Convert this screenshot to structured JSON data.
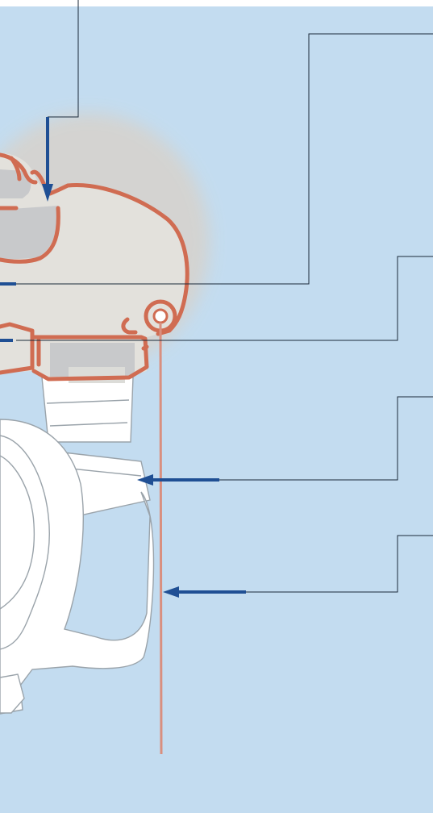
{
  "figure": {
    "description_text": "",
    "colors": {
      "background": "#c3dcf0",
      "outline": "#d06c52",
      "plate_fill": "#e3e1dc",
      "halo": "#d6d3ce",
      "arrow": "#1f4f94",
      "leader_line": "#1b2a3a",
      "body_stroke": "#9aa3aa",
      "body_fill": "#ffffff"
    },
    "callouts": [
      {
        "name": "callout-top"
      },
      {
        "name": "callout-upper-right"
      },
      {
        "name": "callout-middle-right"
      },
      {
        "name": "callout-lower-right"
      },
      {
        "name": "callout-bottom-right"
      }
    ]
  }
}
